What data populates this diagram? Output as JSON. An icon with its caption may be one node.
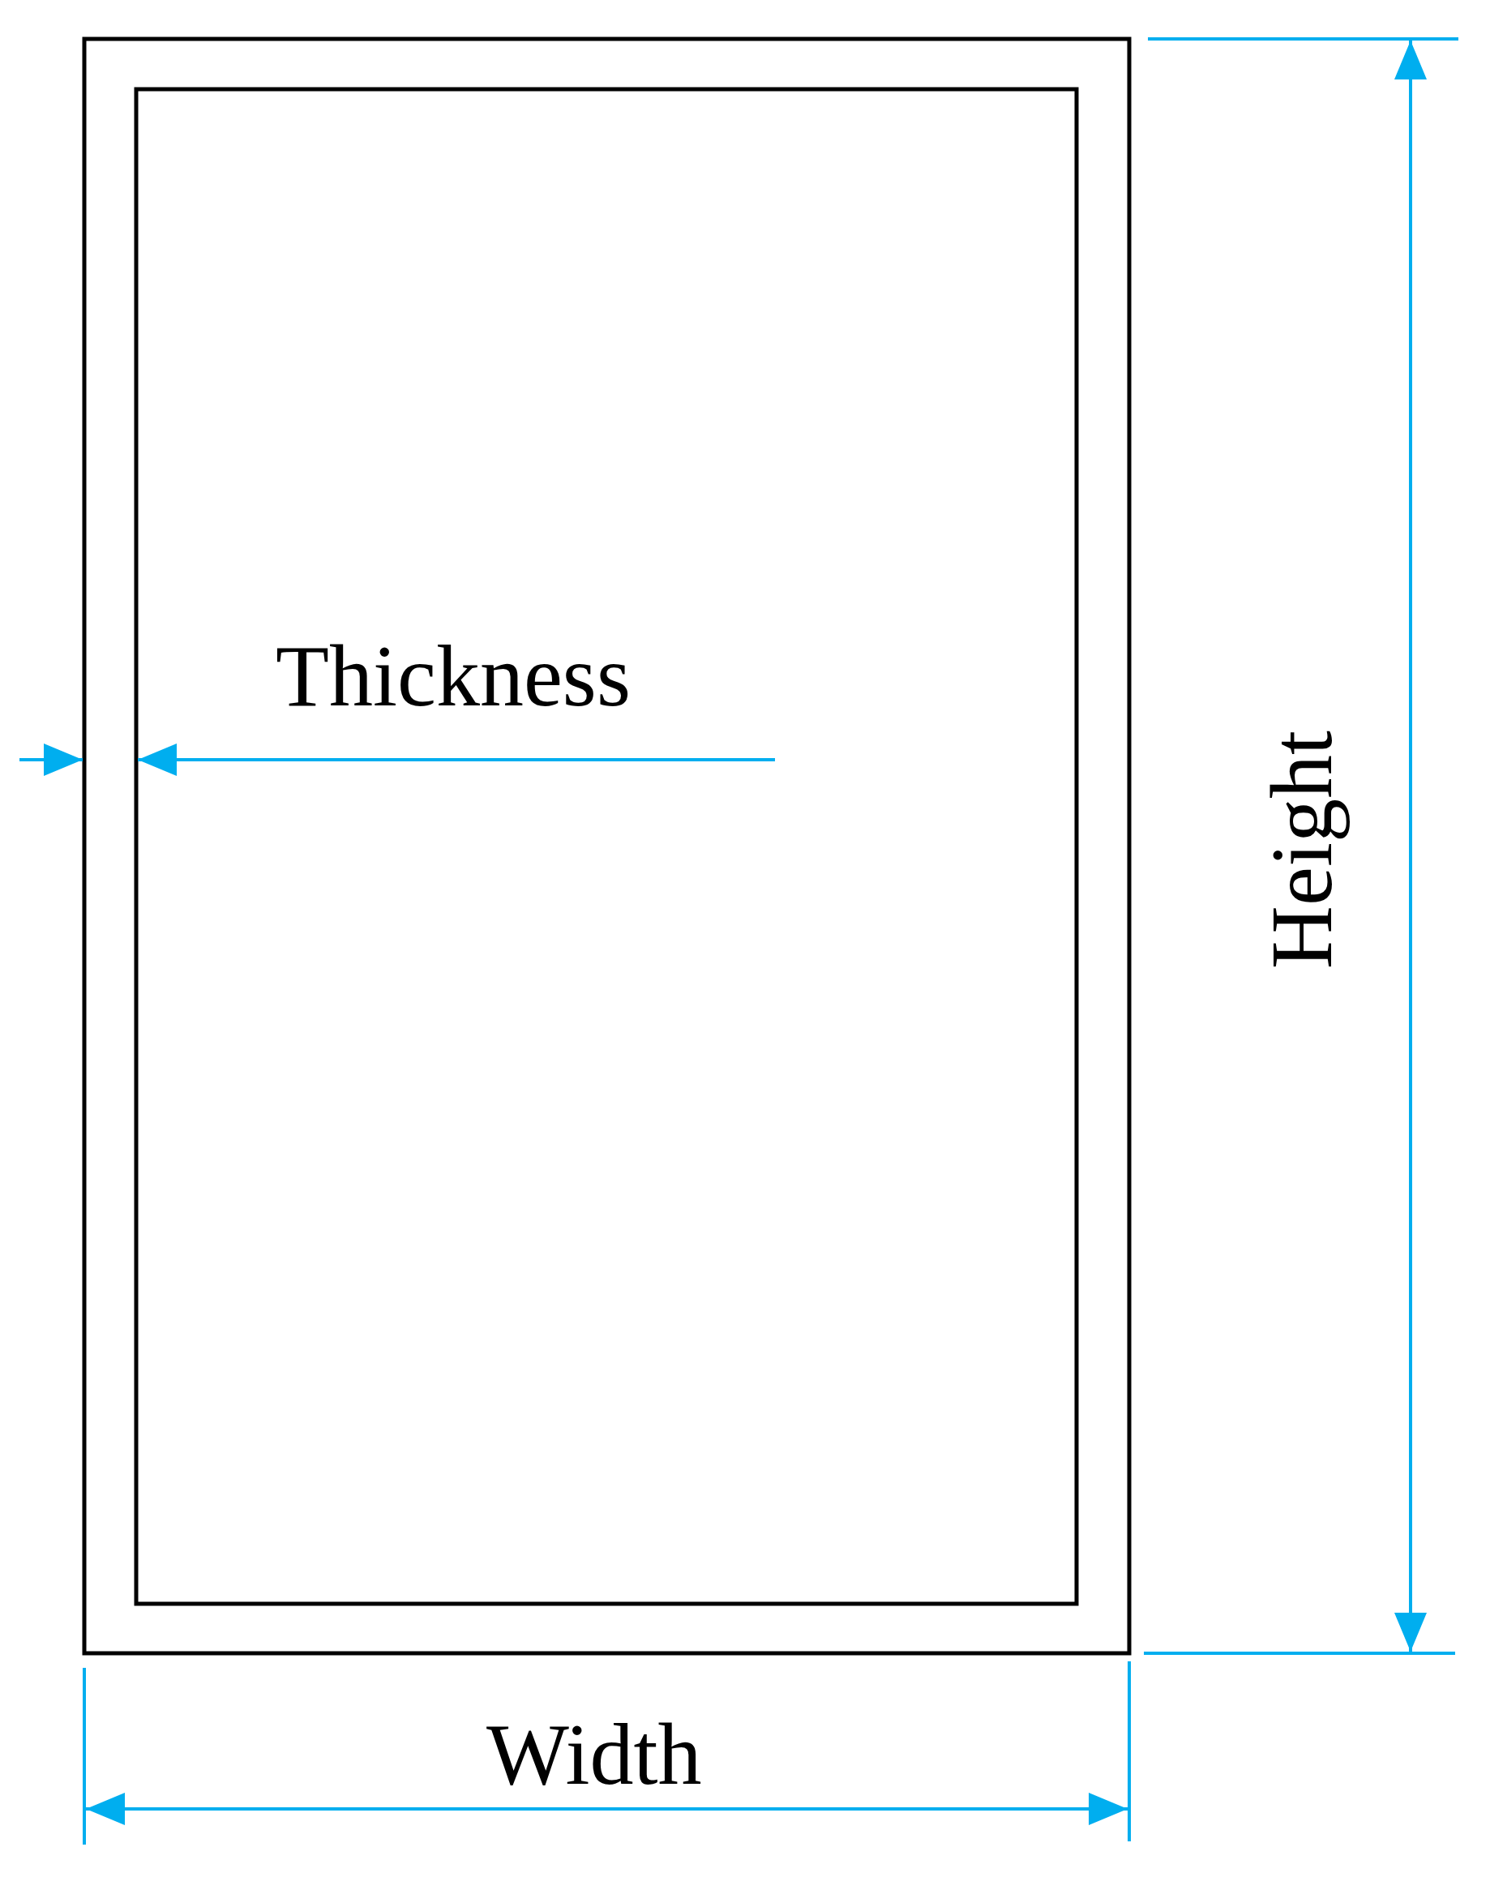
{
  "diagram": {
    "labels": [
      "Thickness",
      "Height",
      "Width"
    ]
  }
}
